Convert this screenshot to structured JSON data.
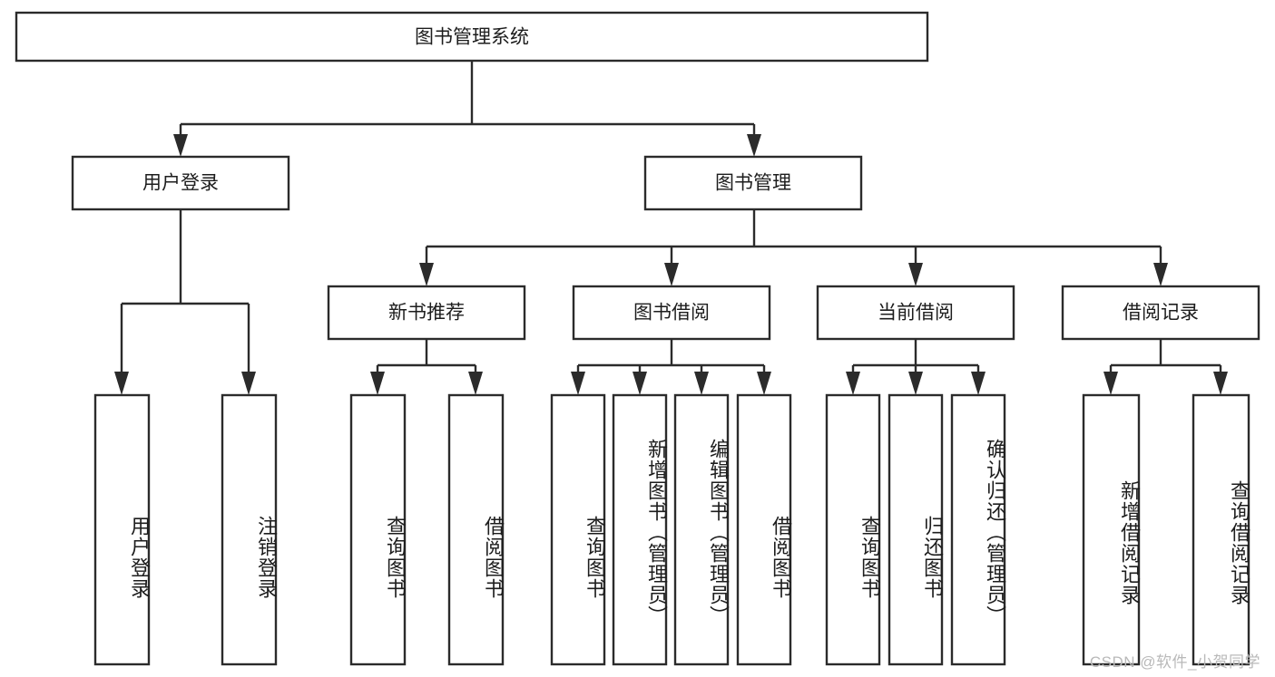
{
  "diagram": {
    "title": "图书管理系统",
    "type": "tree-hierarchy-chart",
    "root": {
      "label": "图书管理系统"
    },
    "level2": [
      {
        "label": "用户登录"
      },
      {
        "label": "图书管理"
      }
    ],
    "level3": [
      {
        "label": "新书推荐"
      },
      {
        "label": "图书借阅"
      },
      {
        "label": "当前借阅"
      },
      {
        "label": "借阅记录"
      }
    ],
    "leaves": {
      "user_login": [
        {
          "label": "用户登录"
        },
        {
          "label": "注销登录"
        }
      ],
      "new_book_recommend": [
        {
          "label": "查询图书"
        },
        {
          "label": "借阅图书"
        }
      ],
      "book_borrow": [
        {
          "label": "查询图书"
        },
        {
          "label": "新增图书（管理员）"
        },
        {
          "label": "编辑图书（管理员）"
        },
        {
          "label": "借阅图书"
        }
      ],
      "current_borrow": [
        {
          "label": "查询图书"
        },
        {
          "label": "归还图书"
        },
        {
          "label": "确认归还（管理员）"
        }
      ],
      "borrow_record": [
        {
          "label": "新增借阅记录"
        },
        {
          "label": "查询借阅记录"
        }
      ]
    }
  },
  "watermark": {
    "text": "CSDN @软件_小贺同学"
  },
  "colors": {
    "box_stroke": "#2b2b2b",
    "box_fill": "#ffffff",
    "text": "#1d1d1d",
    "watermark": "#b9b9b9",
    "background": "#ffffff"
  }
}
